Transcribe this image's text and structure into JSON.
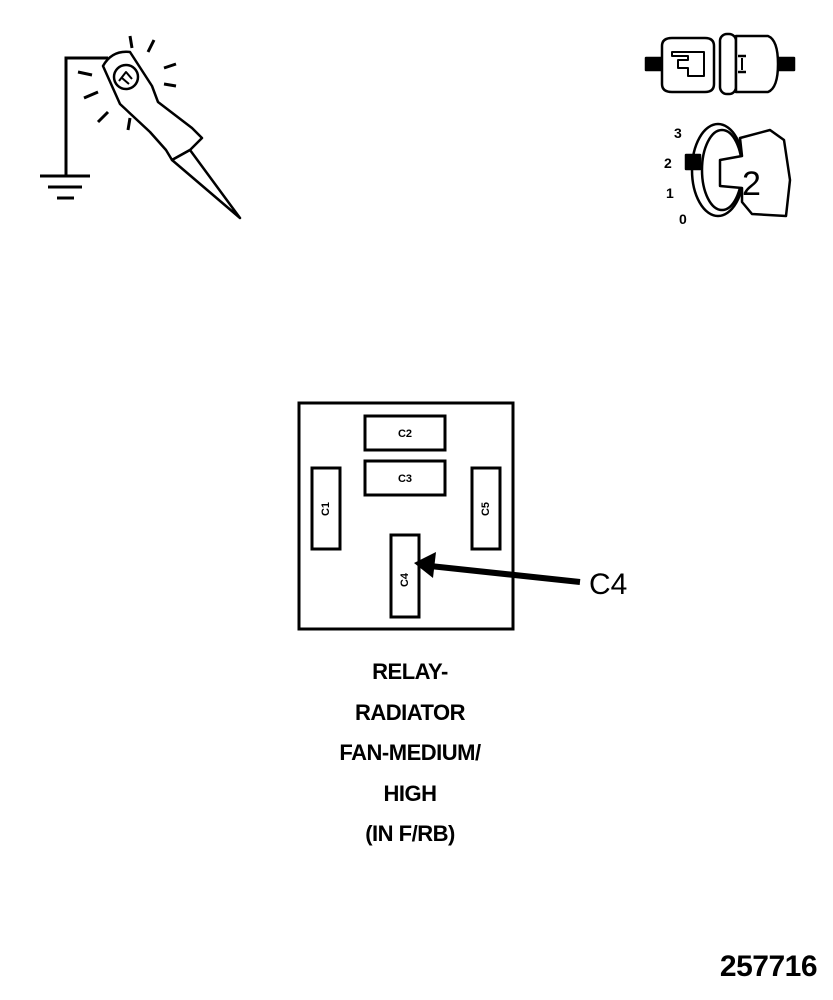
{
  "icons": {
    "test_light": "test-light-probe-icon",
    "ground": "ground-symbol-icon",
    "connector": "connector-icon",
    "ignition_key": "ignition-key-icon"
  },
  "ignition": {
    "positions": [
      "3",
      "2",
      "1",
      "0"
    ],
    "key_label": "2"
  },
  "relay": {
    "cavities": [
      "C1",
      "C2",
      "C3",
      "C4",
      "C5"
    ],
    "callout": "C4",
    "caption_lines": [
      "RELAY-",
      "RADIATOR",
      "FAN-MEDIUM/",
      "HIGH",
      "(IN F/RB)"
    ]
  },
  "figure_number": "257716"
}
